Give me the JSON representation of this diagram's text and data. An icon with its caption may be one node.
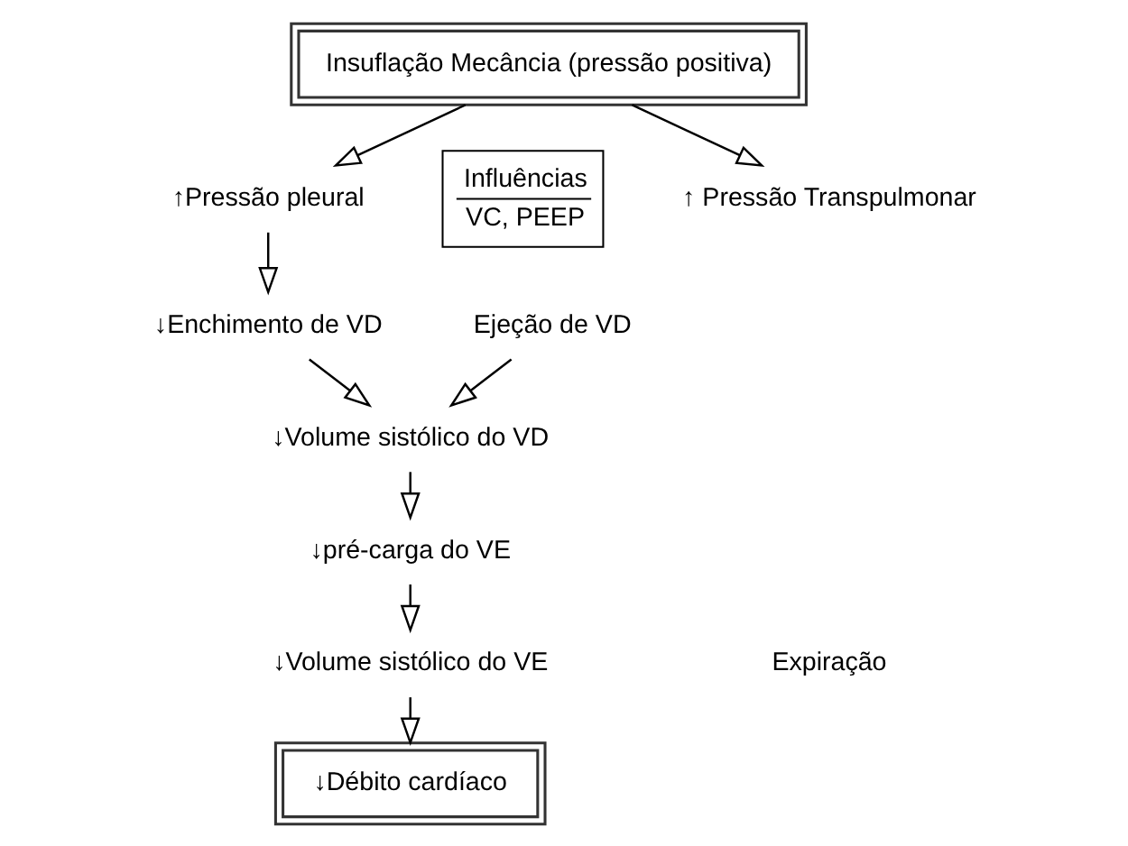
{
  "diagram": {
    "nodes": [
      {
        "text": [
          "Insuflação Mecância (pressão positiva)"
        ]
      },
      {
        "text": [
          "↑Pressão pleural"
        ]
      },
      {
        "text": [
          "↓Enchimento de VD"
        ]
      },
      {
        "text": [
          "Influências",
          "VC, PEEP"
        ]
      },
      {
        "text": [
          "↑ Pressão Transpulmonar"
        ]
      },
      {
        "text": [
          "Ejeção de VD"
        ]
      },
      {
        "text": [
          "↓Volume sistólico do VD"
        ]
      },
      {
        "text": [
          "↓pré-carga do VE"
        ]
      },
      {
        "text": [
          "↓Volume sistólico do VE"
        ]
      },
      {
        "text": [
          "↓Débito cardíaco"
        ]
      }
    ],
    "edges": [
      {
        "from": 0,
        "to": 1,
        "arrow": "to"
      },
      {
        "from": 0,
        "to": 4,
        "arrow": "to"
      },
      {
        "from": 1,
        "to": 2,
        "arrow": "to"
      },
      {
        "from": 2,
        "to": 6,
        "arrow": "to"
      },
      {
        "from": 5,
        "to": 6,
        "arrow": "to"
      },
      {
        "from": 6,
        "to": 7,
        "arrow": "to"
      },
      {
        "from": 7,
        "to": 8,
        "arrow": "to"
      },
      {
        "from": 8,
        "to": 9,
        "arrow": "to"
      }
    ],
    "labels": [
      "Expiração"
    ]
  }
}
